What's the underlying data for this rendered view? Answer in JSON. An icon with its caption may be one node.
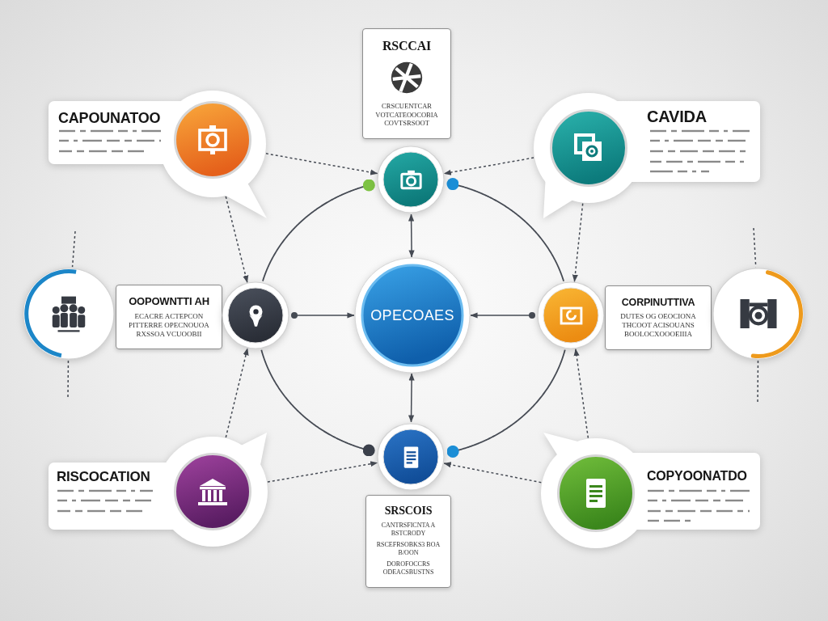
{
  "diagram": {
    "nodes": [
      {
        "text": [
          "RSCCAI",
          "CRSCUENTCAR VOTCATEOOCOBIA COVTSRSOOT"
        ]
      },
      {
        "text": [
          "CAPOUNATOO"
        ]
      },
      {
        "text": [
          "CAVIDA"
        ]
      },
      {
        "text": [],
        "shape": "circle"
      },
      {
        "text": [],
        "shape": "circle"
      },
      {
        "text": [
          "OOPOWNTTI AH",
          "ECACRE ACTEPCON PITTERRE OPECNOUOA RXSSOA VCUOOBII"
        ]
      },
      {
        "text": [],
        "shape": "circle"
      },
      {
        "text": [
          "OPECOAES"
        ]
      },
      {
        "text": [],
        "shape": "circle"
      },
      {
        "text": [
          "CORPINUTTIVA",
          "DUTES OG OEOCIONA THCOOT ACISOUANS BOOLOCXOOOEIIIA"
        ]
      },
      {
        "text": [],
        "shape": "circle"
      },
      {
        "text": [],
        "shape": "circle"
      },
      {
        "text": [
          "RISCOCATION"
        ]
      },
      {
        "text": [
          "COPYOONATDO"
        ]
      },
      {
        "text": [
          "SRSCOIS",
          "CANTRSFICNTA A BSTCRODY",
          "RSCEFRSOBKS3 BOA B/OON",
          "DOROFOCCRS ODEACSBUSTNS"
        ]
      }
    ],
    "edges": [
      {
        "from": 6,
        "to": 7,
        "arrow": "to"
      },
      {
        "from": 8,
        "to": 7,
        "arrow": "to"
      },
      {
        "from": 3,
        "to": 7,
        "arrow": "both"
      },
      {
        "from": 11,
        "to": 7,
        "arrow": "both"
      },
      {
        "from": 3,
        "to": 6,
        "arrow": "other"
      },
      {
        "from": 3,
        "to": 8,
        "arrow": "other"
      },
      {
        "from": 11,
        "to": 6,
        "arrow": "other"
      },
      {
        "from": 11,
        "to": 8,
        "arrow": "other"
      },
      {
        "from": 1,
        "to": 3,
        "arrow": "to",
        "style": "dashed"
      },
      {
        "from": 1,
        "to": 6,
        "arrow": "to",
        "style": "dashed"
      },
      {
        "from": 2,
        "to": 3,
        "arrow": "to",
        "style": "dashed"
      },
      {
        "from": 2,
        "to": 8,
        "arrow": "to",
        "style": "dashed"
      },
      {
        "from": 12,
        "to": 6,
        "arrow": "to",
        "style": "dashed"
      },
      {
        "from": 12,
        "to": 11,
        "arrow": "to",
        "style": "dashed"
      },
      {
        "from": 13,
        "to": 8,
        "arrow": "to",
        "style": "dashed"
      },
      {
        "from": 13,
        "to": 11,
        "arrow": "to",
        "style": "dashed"
      },
      {
        "from": null,
        "to": 4,
        "arrow": "none",
        "style": "dashed"
      },
      {
        "from": 4,
        "to": null,
        "arrow": "none",
        "style": "dashed"
      },
      {
        "from": null,
        "to": 10,
        "arrow": "none",
        "style": "dashed"
      },
      {
        "from": 10,
        "to": null,
        "arrow": "none",
        "style": "dashed"
      }
    ]
  }
}
